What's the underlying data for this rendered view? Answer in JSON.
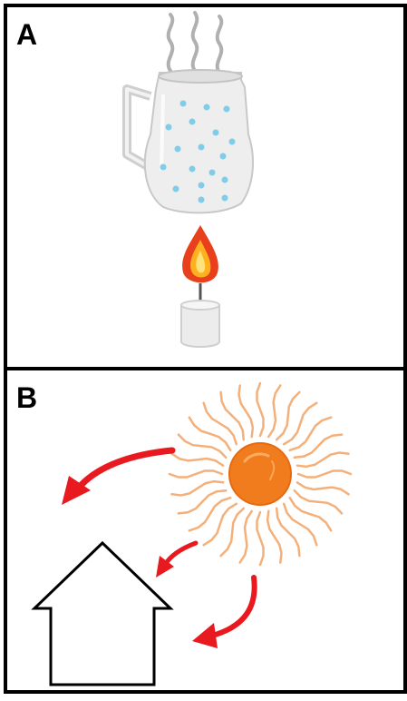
{
  "panels": [
    {
      "label": "A",
      "content": [
        "steam-icon",
        "kettle-icon",
        "water-bubbles",
        "flame-icon",
        "candle-icon"
      ]
    },
    {
      "label": "B",
      "content": [
        "sun-icon",
        "radiation-arrow-icon",
        "radiation-arrow-icon",
        "radiation-arrow-icon",
        "house-outline-icon"
      ]
    }
  ],
  "colors": {
    "border": "#000000",
    "steam": "#a0a0a0",
    "kettle": "#ececec",
    "bubbles": "#7fcde8",
    "flame_outer": "#e8401c",
    "flame_inner": "#ffb020",
    "sun": "#f07c1e",
    "sun_rays": "#f4b07a",
    "arrows": "#e8191f"
  }
}
